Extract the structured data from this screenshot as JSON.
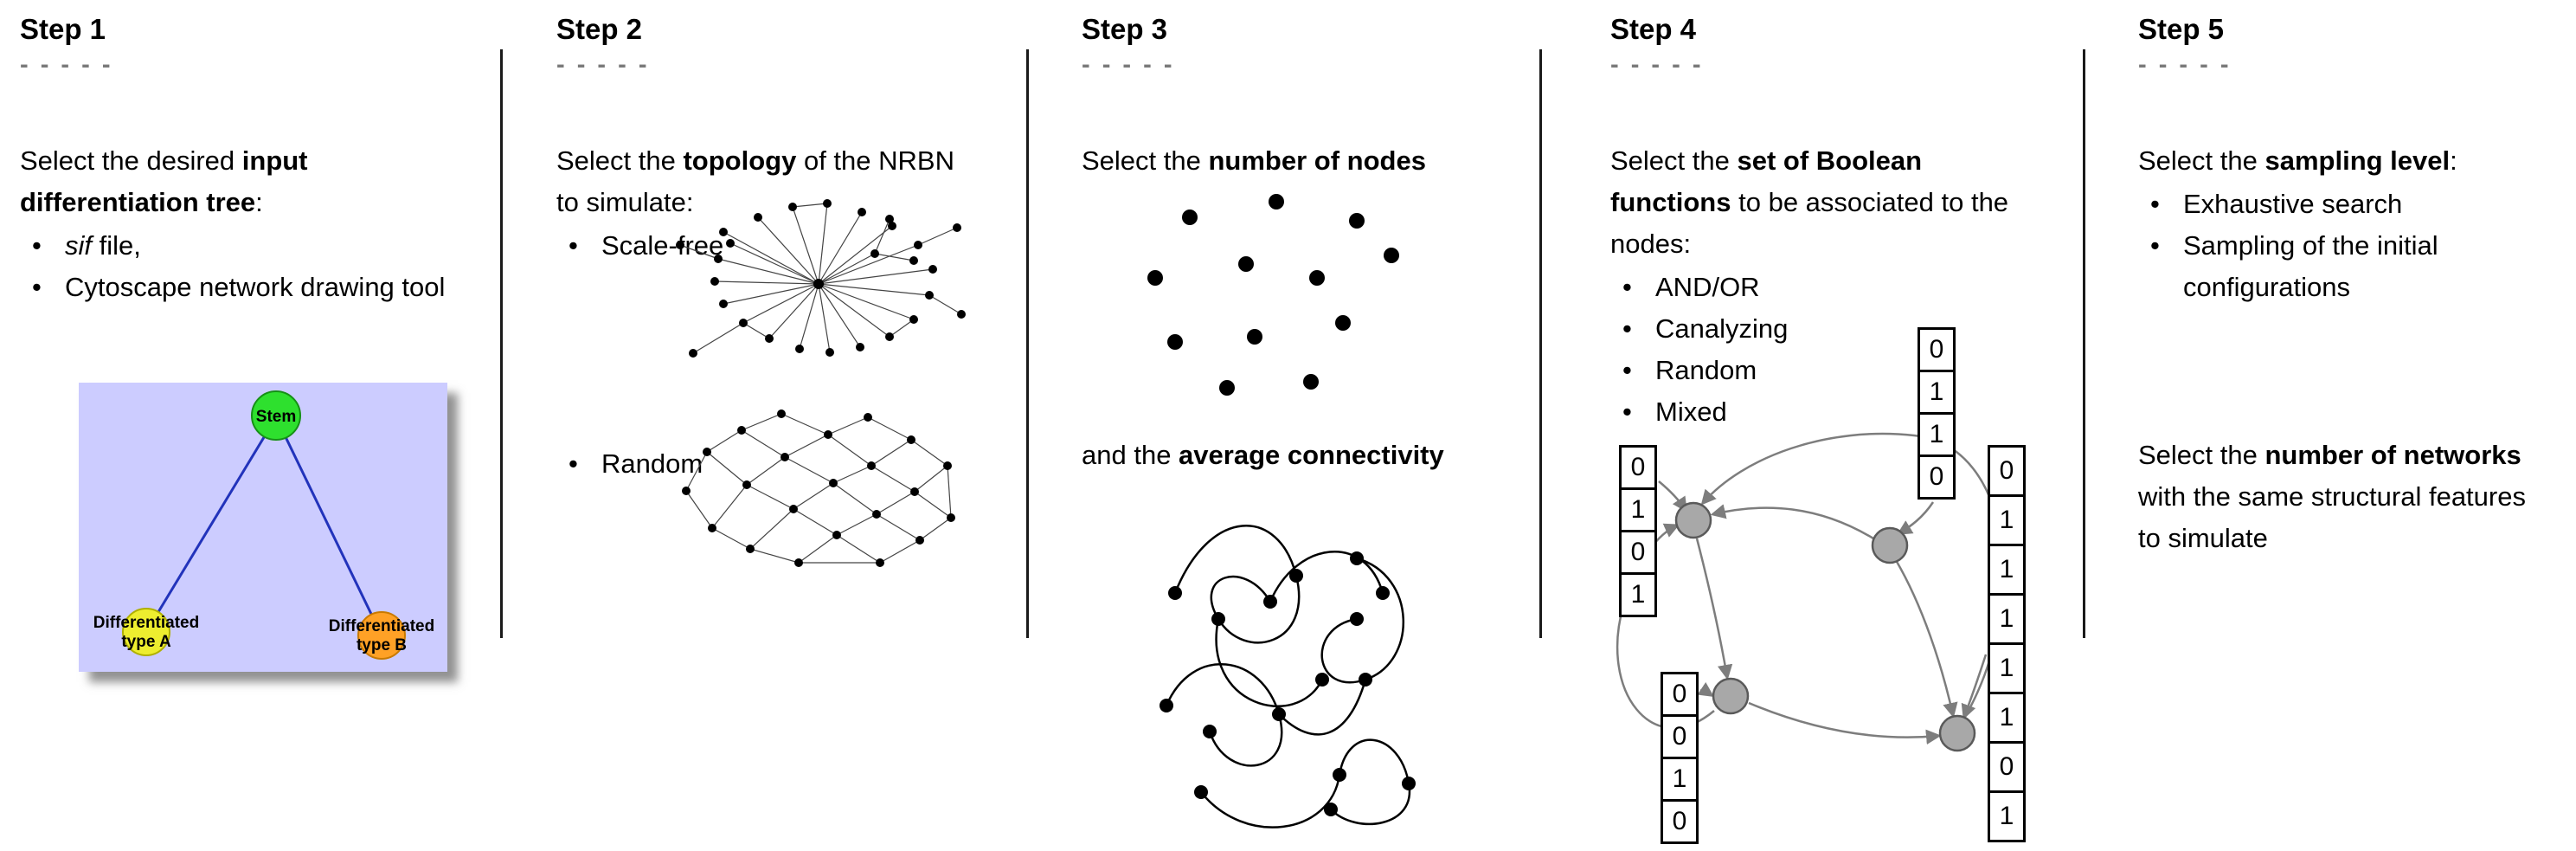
{
  "figure": {
    "step1": {
      "title": "Step 1",
      "dashes": "- - - - -",
      "para": {
        "pre": "Select the desired ",
        "bold": "input differentiation tree",
        "post": ":"
      },
      "bullet1": {
        "italic": "sif",
        "rest": " file,"
      },
      "bullet2": "Cytoscape network drawing tool",
      "tree": {
        "root": "Stem",
        "leaf_a": [
          "Differentiated",
          "type A"
        ],
        "leaf_b": [
          "Differentiated",
          "type B"
        ]
      },
      "colors": {
        "box": "#ccccff",
        "root": "#2ee02e",
        "leaf_a": "#eded2f",
        "leaf_b": "#ffa126",
        "edge": "#2233bb"
      }
    },
    "step2": {
      "title": "Step 2",
      "dashes": "- - - - -",
      "para": {
        "pre": "Select the ",
        "bold": "topology",
        "post": " of the NRBN to simulate:"
      },
      "bullet1": "Scale-free",
      "bullet2": "Random"
    },
    "step3": {
      "title": "Step 3",
      "dashes": "- - - - -",
      "para1": {
        "pre": "Select the ",
        "bold": "number of nodes"
      },
      "para2": {
        "pre": "and the ",
        "bold": "average connectivity"
      }
    },
    "step4": {
      "title": "Step 4",
      "dashes": "- - - - -",
      "para": {
        "pre": "Select the ",
        "bold": "set of Boolean functions",
        "post": " to be associated to the nodes:"
      },
      "bullets": [
        "AND/OR",
        "Canalyzing",
        "Random",
        "Mixed"
      ],
      "truth_tables": {
        "left": [
          "0",
          "1",
          "0",
          "1"
        ],
        "top": [
          "0",
          "1",
          "1",
          "0"
        ],
        "bottom": [
          "0",
          "0",
          "1",
          "0"
        ],
        "right": [
          "0",
          "1",
          "1",
          "1",
          "1",
          "1",
          "0",
          "1"
        ]
      },
      "node_color": "#a8a8a8"
    },
    "step5": {
      "title": "Step 5",
      "dashes": "- - - - -",
      "para1": {
        "pre": "Select the ",
        "bold": "sampling level",
        "post": ":"
      },
      "bullets": [
        "Exhaustive search",
        "Sampling of the initial configurations"
      ],
      "para2": {
        "pre": "Select the ",
        "bold": "number of networks",
        "post": " with the same structural features to simulate"
      }
    }
  }
}
